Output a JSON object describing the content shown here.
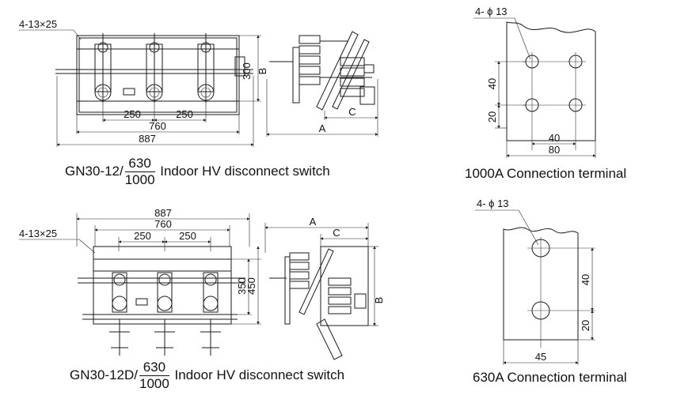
{
  "top_left": {
    "hole_note": "4-13×25",
    "dim_b_value": "300",
    "dim_b_label": "B",
    "dim_250a": "250",
    "dim_250b": "250",
    "dim_760": "760",
    "dim_887": "887",
    "side_a": "A",
    "side_c": "C",
    "caption_prefix": "GN30-12/",
    "caption_num": "630",
    "caption_den": "1000",
    "caption_suffix": " Indoor HV disconnect switch"
  },
  "top_right": {
    "hole_note": "4- ϕ 13",
    "dim_40v": "40",
    "dim_20v": "20",
    "dim_40h": "40",
    "dim_80h": "80",
    "caption": "1000A Connection terminal"
  },
  "bottom_left": {
    "hole_note": "4-13×25",
    "dim_887": "887",
    "dim_760": "760",
    "dim_250a": "250",
    "dim_250b": "250",
    "dim_350": "350",
    "dim_450": "450",
    "side_a": "A",
    "side_c": "C",
    "side_b": "B",
    "caption_prefix": "GN30-12D/",
    "caption_num": "630",
    "caption_den": "1000",
    "caption_suffix": " Indoor HV disconnect switch"
  },
  "bottom_right": {
    "hole_note": "4- ϕ 13",
    "dim_40v": "40",
    "dim_20v": "20",
    "dim_45h": "45",
    "caption": "630A Connection terminal"
  }
}
